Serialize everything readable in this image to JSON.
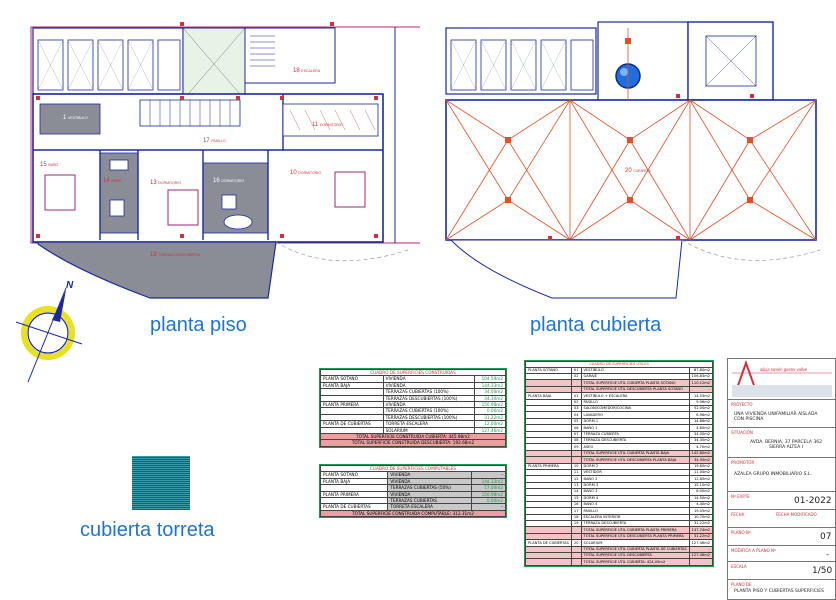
{
  "labels": {
    "planta_piso": "planta piso",
    "planta_cubierta": "planta cubierta",
    "cubierta_torreta": "cubierta torreta",
    "north": "N"
  },
  "piso_rooms": [
    {
      "num": "1",
      "name": "VESTIBULO"
    },
    {
      "num": "11",
      "name": "DORMITORIO"
    },
    {
      "num": "13",
      "name": "DORMITORIO"
    },
    {
      "num": "14",
      "name": "BAÑO"
    },
    {
      "num": "15",
      "name": "BAÑO"
    },
    {
      "num": "16",
      "name": "DORMITORIO"
    },
    {
      "num": "17",
      "name": "PASILLO"
    },
    {
      "num": "18",
      "name": "ESCALERA"
    },
    {
      "num": "10",
      "name": "DORMITORIO"
    },
    {
      "num": "19",
      "name": "TERRAZA DESCUBIERTA"
    }
  ],
  "cubierta_rooms": [
    {
      "num": "20",
      "name": "CUBIERTA"
    }
  ],
  "cuadro_construidas": {
    "title": "CUADRO DE SUPERFICIES CONSTRUIDAS",
    "rows": [
      [
        "PLANTA SOTANO",
        "VIVIENDA",
        "104.59m2"
      ],
      [
        "PLANTA BAJA",
        "VIVIENDA",
        "144.33m2"
      ],
      [
        "",
        "TERRAZAS CUBIERTAS (100%)",
        "34.00m2"
      ],
      [
        "",
        "TERRAZAS DESCUBIERTAS (100%)",
        "34.30m2"
      ],
      [
        "PLANTA PRIMERA",
        "VIVIENDA",
        "150.98m2"
      ],
      [
        "",
        "TERRAZAS CUBIERTAS (100%)",
        "0.00m2"
      ],
      [
        "",
        "TERRAZAS DESCUBIERTAS (100%)",
        "31.22m2"
      ],
      [
        "PLANTA DE CUBIERTAS",
        "TORRETA ESCALERA",
        "12.00m2"
      ],
      [
        "",
        "SOLARIUM",
        "127.46m2"
      ]
    ],
    "total1": "TOTAL SUPERFICIE CONSTRUIDA CUBIERTA: 445.98m2",
    "total2": "TOTAL SUPERFICIE CONSTRUIDA DESCUBIERTA: 192.68m2"
  },
  "cuadro_computables": {
    "title": "CUADRO DE SUPERFICIES COMPUTABLES",
    "rows": [
      [
        "PLANTA SOTANO",
        "VIVIENDA",
        "-"
      ],
      [
        "PLANTA BAJA",
        "VIVIENDA",
        "144.33m2"
      ],
      [
        "",
        "TERRAZAS CUBIERTAS (50%)",
        "17.00m2"
      ],
      [
        "PLANTA PRIMERA",
        "VIVIENDA",
        "150.98m2"
      ],
      [
        "",
        "TERRAZAS CUBIERTAS",
        "0.00m2"
      ],
      [
        "PLANTA DE CUBIERTAS",
        "TORRETA ESCALERA",
        "-"
      ]
    ],
    "total": "TOTAL SUPERFICIE CONSTRUIDA COMPUTABLE: 312.31m2"
  },
  "cuadro_utiles": {
    "title": "CUADRO DE SUPERFICIES UTILES",
    "rows": [
      [
        "PLANTA SOTANO",
        "01",
        "VESTIBULO",
        "87.80m2"
      ],
      [
        "",
        "02",
        "GARAJE",
        "106.83m2"
      ],
      [
        "",
        "",
        "TOTAL SUPERFICIE UTIL CUBIERTA PLANTA SOTANO",
        "110.12m2"
      ],
      [
        "",
        "",
        "TOTAL SUPERFICIE UTIL DESCUBIERTA PLANTA SOTANO",
        "-"
      ],
      [
        "PLANTA BAJA",
        "01",
        "VESTIBULO + ESCALERA",
        "14.55m2"
      ],
      [
        "",
        "02",
        "PASILLO",
        "9.06m2"
      ],
      [
        "",
        "03",
        "SALON/COMEDOR/COCINA",
        "52.00m2"
      ],
      [
        "",
        "04",
        "LAVADERO",
        "6.96m2"
      ],
      [
        "",
        "05",
        "DORM 1",
        "14.86m2"
      ],
      [
        "",
        "06",
        "BAÑO 1",
        "4.80m2"
      ],
      [
        "",
        "07",
        "TERRAZA CUBIERTA",
        "34.00m2"
      ],
      [
        "",
        "08",
        "TERRAZA DESCUBIERTA",
        "34.30m2"
      ],
      [
        "",
        "09",
        "ASEO",
        "4.70m2"
      ],
      [
        "",
        "",
        "TOTAL SUPERFICIE UTIL CUBIERTA PLANTA BAJA",
        "142.80m2"
      ],
      [
        "",
        "",
        "TOTAL SUPERFICIE UTIL DESCUBIERTA PLANTA BAJA",
        "34.30m2"
      ],
      [
        "PLANTA PRIMERA",
        "10",
        "DORM 2",
        "19.80m2"
      ],
      [
        "",
        "11",
        "VESTIDOR",
        "11.00m2"
      ],
      [
        "",
        "12",
        "BAÑO 2",
        "12.80m2"
      ],
      [
        "",
        "13",
        "DORM 3",
        "15.10m2"
      ],
      [
        "",
        "14",
        "BAÑO 3",
        "6.00m2"
      ],
      [
        "",
        "15",
        "DORM 4",
        "14.50m2"
      ],
      [
        "",
        "16",
        "BAÑO 4",
        "4.40m2"
      ],
      [
        "",
        "17",
        "PASILLO",
        "19.05m2"
      ],
      [
        "",
        "18",
        "ESCALERA INTERIOR",
        "10.70m2"
      ],
      [
        "",
        "19",
        "TERRAZA DESCUBIERTA",
        "31.22m2"
      ],
      [
        "",
        "",
        "TOTAL SUPERFICIE UTIL CUBIERTA PLANTA PRIMERA",
        "137.74m2"
      ],
      [
        "",
        "",
        "TOTAL SUPERFICIE UTIL DESCUBIERTA PLANTA PRIMERA",
        "31.22m2"
      ],
      [
        "PLANTA DE CUBIERTAS",
        "20",
        "SOLARIUM",
        "127.46m2"
      ],
      [
        "",
        "",
        "TOTAL SUPERFICIE UTIL CUBIERTA PLANTA DE CUBIERTAS",
        "-"
      ],
      [
        "",
        "",
        "TOTAL SUPERFICIE UTIL DESCUBIERTA",
        "127.46m2"
      ],
      [
        "",
        "",
        "TOTAL SUPERFICIE UTIL CUBIERTA: 424.09m2",
        ""
      ]
    ]
  },
  "title_block": {
    "studio": "alicia  ramón  gestor  vallve",
    "proyecto_h": "PROYECTO",
    "proyecto": "UNA VIVIENDA UNIFAMILIAR AISLADA CON PISCINA",
    "situacion_h": "SITUACIÓN",
    "situacion": "AVDA. BERNIA, 37 PARCELA 362 SIERRA ALTEA I",
    "promotor_h": "PROMOTOR",
    "promotor": "AZALEA GRUPO INMOBILIARIO S.L.",
    "expte_h": "Nº EXPTE",
    "expte": "01-2022",
    "fecha_h": "FECHA",
    "fecha_mod_h": "FECHA MODIFICADO",
    "plano_h": "PLANO Nº",
    "plano": "07",
    "mod_h": "MODIFICA A PLANO Nº",
    "mod": "-",
    "escala_h": "ESCALA",
    "escala": "1/50",
    "plano_de_h": "PLANO DE",
    "plano_de": "PLANTA PISO Y CUBIERTAS SUPERFICIES"
  },
  "colors": {
    "blue": "#1e73d8",
    "navy": "#1a2a9e",
    "magenta": "#c0207a",
    "orange": "#e0502a",
    "red": "#d2303a",
    "green": "#1a9a4a"
  }
}
